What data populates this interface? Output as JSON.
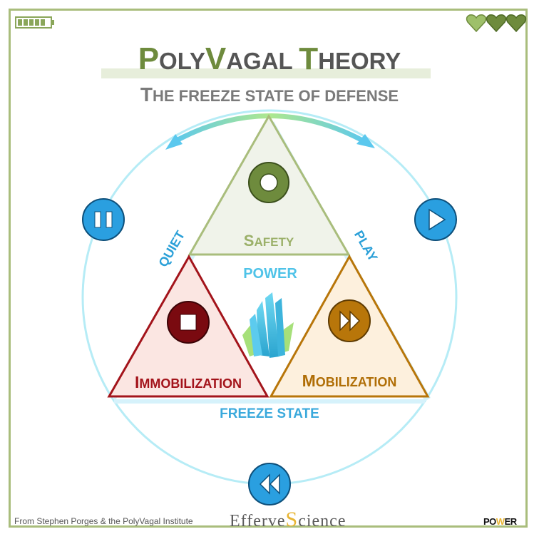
{
  "title": {
    "part1_big": "P",
    "part1_small": "OLY",
    "part2_big": "V",
    "part2_small": "AGAL ",
    "part3_big": "T",
    "part3_small": "HEORY"
  },
  "subtitle": {
    "big": "T",
    "small": "HE FREEZE STATE OF DEFENSE"
  },
  "nodes": {
    "safety": {
      "label_big": "S",
      "label_small": "AFETY",
      "icon": "circle-record-icon",
      "color": "#7d9c4a"
    },
    "immobilization": {
      "label_big": "I",
      "label_small": "MMOBILIZATION",
      "icon": "stop-icon",
      "color": "#a3141b"
    },
    "mobilization": {
      "label_big": "M",
      "label_small": "OBILIZATION",
      "icon": "fast-forward-icon",
      "color": "#b8760a"
    }
  },
  "side_labels": {
    "left": "QUIET",
    "right": "PLAY",
    "center": "POWER",
    "bottom": "FREEZE STATE"
  },
  "controls": {
    "pause": "pause-icon",
    "play": "play-icon",
    "rewind": "rewind-icon"
  },
  "status": {
    "battery": "battery-icon",
    "hearts": "heart-icon"
  },
  "footer": {
    "credit": "From Stephen Porges & the PolyVagal Institute",
    "brand_pre": "Efferve",
    "brand_s": "S",
    "brand_post": "cience",
    "logo_pre": "PO",
    "logo_w": "W",
    "logo_post": "ER"
  },
  "colors": {
    "green": "#6e8b3d",
    "light_blue": "#4fc3e8",
    "blue_button": "#2a9fe0",
    "freeze_text": "#3aa9dc"
  }
}
